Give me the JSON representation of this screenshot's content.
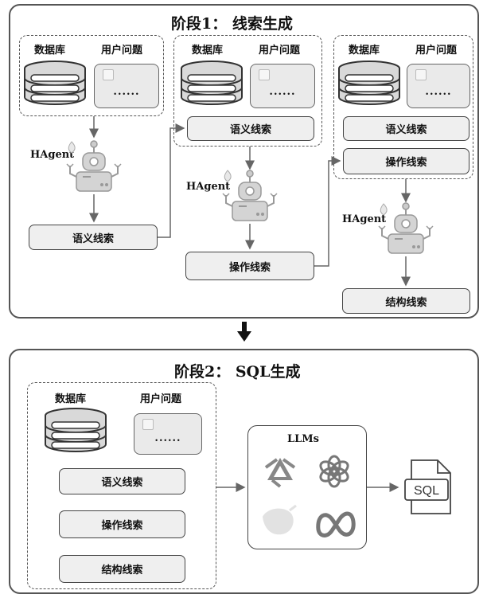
{
  "stage1": {
    "title": "阶段1： 线索生成",
    "database_label": "数据库",
    "question_label": "用户问题",
    "question_placeholder": "......",
    "agent_label": "HAgent",
    "semantic_clue": "语义线索",
    "operation_clue": "操作线索",
    "structure_clue": "结构线索"
  },
  "stage2": {
    "title": "阶段2： SQL生成",
    "database_label": "数据库",
    "question_label": "用户问题",
    "question_placeholder": "......",
    "semantic_clue": "语义线索",
    "operation_clue": "操作线索",
    "structure_clue": "结构线索",
    "llms_label": "LLMs",
    "output_label": "SQL"
  },
  "colors": {
    "border": "#555555",
    "pill_fill": "#efefef",
    "icon_gray": "#9a9a9a"
  },
  "icons": [
    "database-icon",
    "robot-icon",
    "flame-icon",
    "down-arrow-icon",
    "llm-logo-icon",
    "sql-file-icon"
  ]
}
